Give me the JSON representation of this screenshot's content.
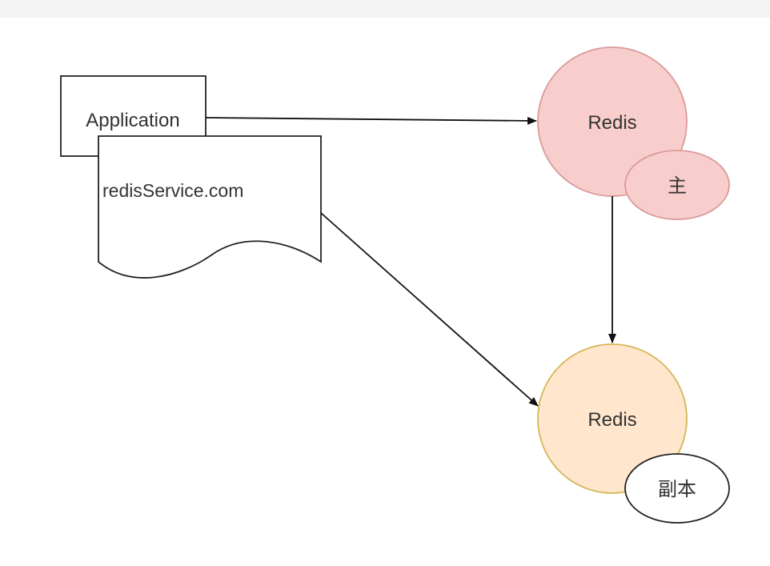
{
  "diagram": {
    "nodes": {
      "application": {
        "label": "Application"
      },
      "redis_service": {
        "label": "redisService.com"
      },
      "redis_primary": {
        "label": "Redis",
        "fill": "#f8cecc",
        "stroke": "#d99a99"
      },
      "primary_tag": {
        "label": "主",
        "fill": "#f8cecc",
        "stroke": "#d99a99"
      },
      "redis_replica": {
        "label": "Redis",
        "fill": "#ffe6cc",
        "stroke": "#d6b656"
      },
      "replica_tag": {
        "label": "副本",
        "fill": "#ffffff",
        "stroke": "#222222"
      }
    },
    "edges": [
      {
        "from": "application",
        "to": "redis_primary"
      },
      {
        "from": "redis_service",
        "to": "redis_replica"
      },
      {
        "from": "redis_primary",
        "to": "redis_replica"
      }
    ]
  }
}
